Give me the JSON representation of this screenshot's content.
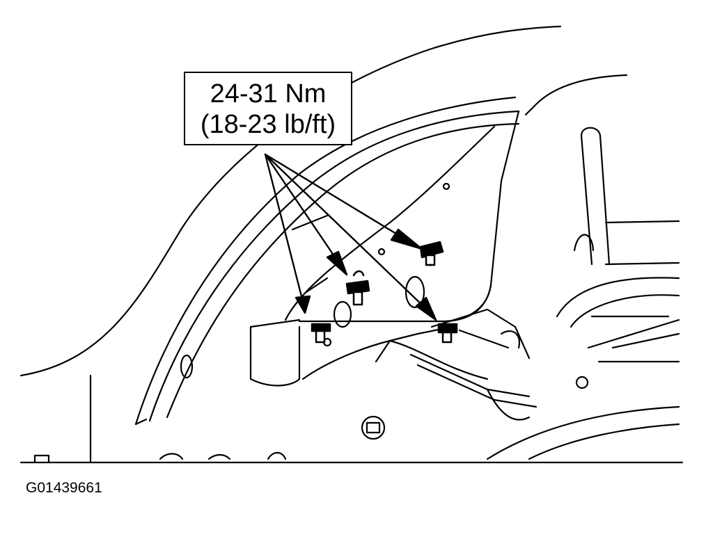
{
  "callout": {
    "torque_nm": "24-31 Nm",
    "torque_lbft": "(18-23 lb/ft)"
  },
  "figure_id": "G01439661",
  "fasteners": [
    {
      "name": "fastener-upper-right"
    },
    {
      "name": "fastener-middle"
    },
    {
      "name": "fastener-lower-left"
    },
    {
      "name": "fastener-lower-right"
    }
  ],
  "colors": {
    "ink": "#000000",
    "paper": "#ffffff"
  }
}
